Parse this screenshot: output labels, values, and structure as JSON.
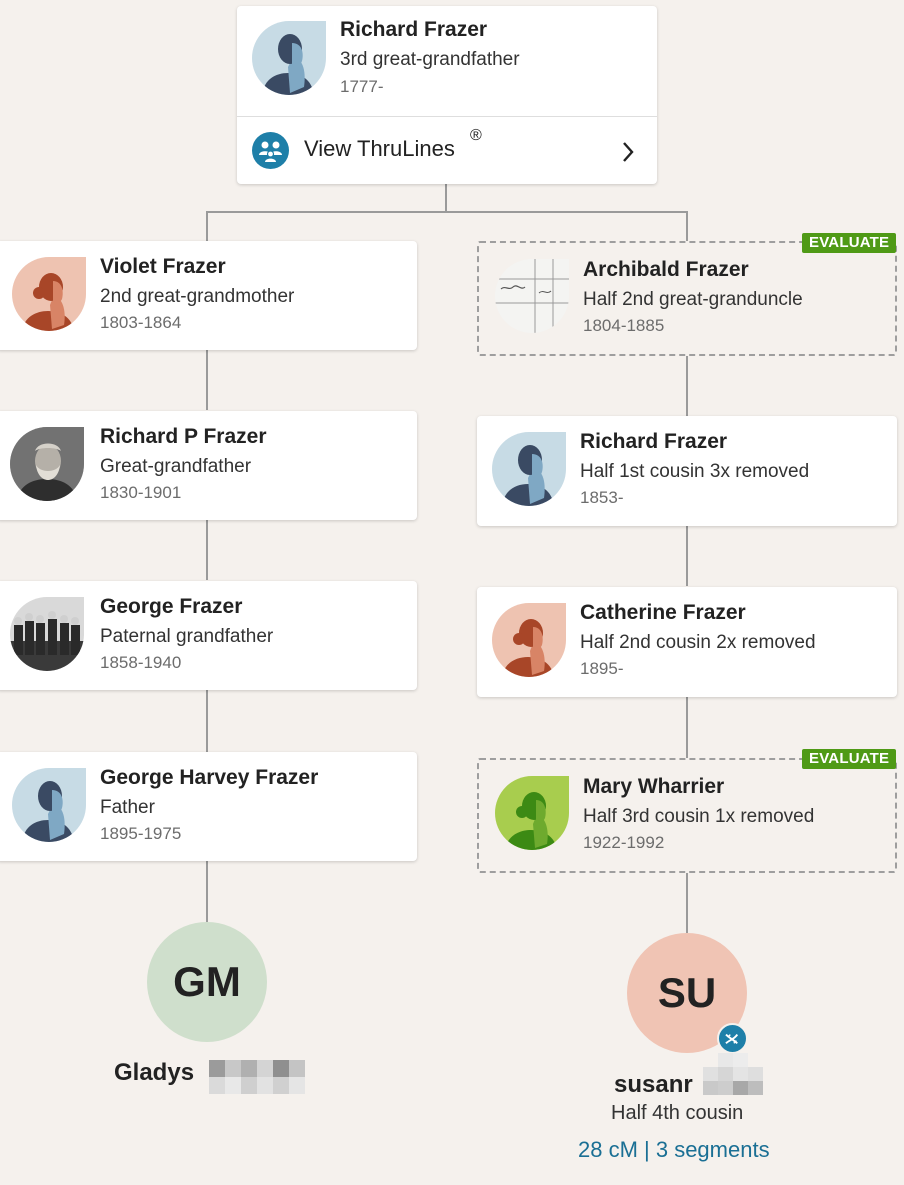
{
  "top": {
    "name": "Richard Frazer",
    "relationship": "3rd great-grandfather",
    "years": "1777-",
    "thrulines_label": "View ThruLines",
    "thrulines_mark": "®"
  },
  "left_line": [
    {
      "name": "Violet Frazer",
      "relationship": "2nd great-grandmother",
      "years": "1803-1864",
      "avatar": "female-silhouette-icon"
    },
    {
      "name": "Richard P Frazer",
      "relationship": "Great-grandfather",
      "years": "1830-1901",
      "avatar": "portrait-photo"
    },
    {
      "name": "George Frazer",
      "relationship": "Paternal grandfather",
      "years": "1858-1940",
      "avatar": "group-photo"
    },
    {
      "name": "George Harvey Frazer",
      "relationship": "Father",
      "years": "1895-1975",
      "avatar": "male-silhouette-icon"
    }
  ],
  "right_line": [
    {
      "name": "Archibald Frazer",
      "relationship": "Half 2nd great-granduncle",
      "years": "1804-1885",
      "avatar": "document-photo",
      "badge": "EVALUATE"
    },
    {
      "name": "Richard Frazer",
      "relationship": "Half 1st cousin 3x removed",
      "years": "1853-",
      "avatar": "male-silhouette-icon"
    },
    {
      "name": "Catherine Frazer",
      "relationship": "Half 2nd cousin 2x removed",
      "years": "1895-",
      "avatar": "female-silhouette-icon"
    },
    {
      "name": "Mary Wharrier",
      "relationship": "Half 3rd cousin 1x removed",
      "years": "1922-1992",
      "avatar": "female-silhouette-green-icon",
      "badge": "EVALUATE"
    }
  ],
  "self": {
    "initials": "GM",
    "name": "Gladys"
  },
  "match": {
    "initials": "SU",
    "name": "susanr",
    "relationship": "Half 4th cousin",
    "dna_link": "28 cM | 3 segments"
  },
  "colors": {
    "background": "#f5f1ed",
    "evaluate_badge": "#4f9a16",
    "link": "#1a6f94",
    "self_circle": "#cfdfcc",
    "match_circle": "#f0c4b4",
    "dna_badge": "#1e7fa8"
  }
}
